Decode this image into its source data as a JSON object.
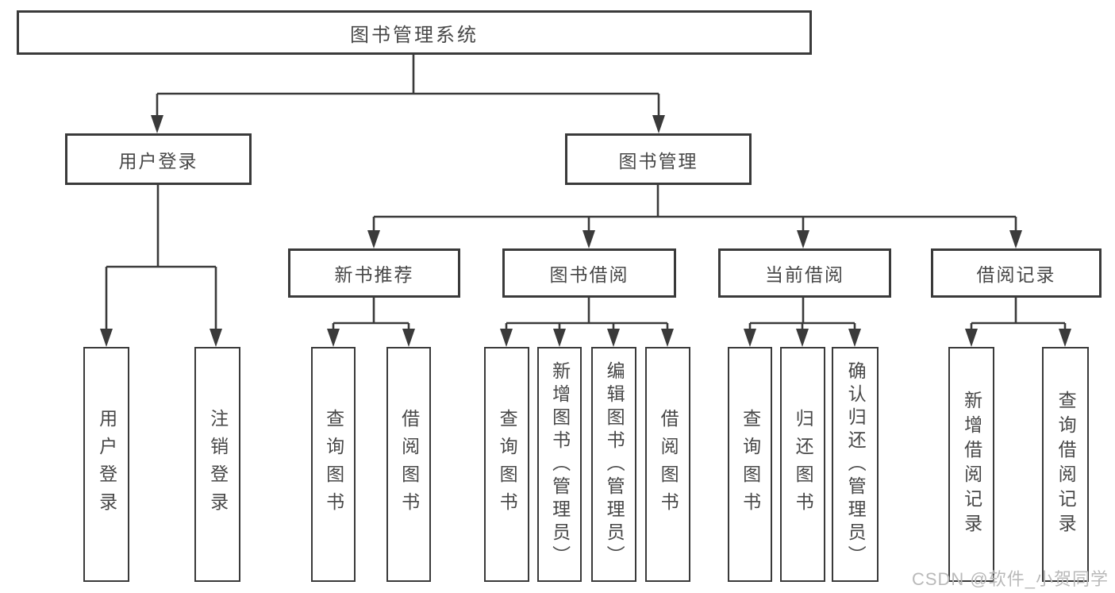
{
  "tree": {
    "label": "图书管理系统",
    "children": [
      {
        "label": "用户登录",
        "children": [
          {
            "label": "用户登录"
          },
          {
            "label": "注销登录"
          }
        ]
      },
      {
        "label": "图书管理",
        "children": [
          {
            "label": "新书推荐",
            "children": [
              {
                "label": "查询图书"
              },
              {
                "label": "借阅图书"
              }
            ]
          },
          {
            "label": "图书借阅",
            "children": [
              {
                "label": "查询图书"
              },
              {
                "label": "新增图书（管理员）"
              },
              {
                "label": "编辑图书（管理员）"
              },
              {
                "label": "借阅图书"
              }
            ]
          },
          {
            "label": "当前借阅",
            "children": [
              {
                "label": "查询图书"
              },
              {
                "label": "归还图书"
              },
              {
                "label": "确认归还（管理员）"
              }
            ]
          },
          {
            "label": "借阅记录",
            "children": [
              {
                "label": "新增借阅记录"
              },
              {
                "label": "查询借阅记录"
              }
            ]
          }
        ]
      }
    ]
  },
  "watermark": {
    "text": "CSDN @软件_小贺同学"
  },
  "colors": {
    "line": "#3a3a3a",
    "text": "#474747",
    "node_background": "#ffffff",
    "page_background": "#ffffff",
    "watermark": "#b9b9b9"
  }
}
